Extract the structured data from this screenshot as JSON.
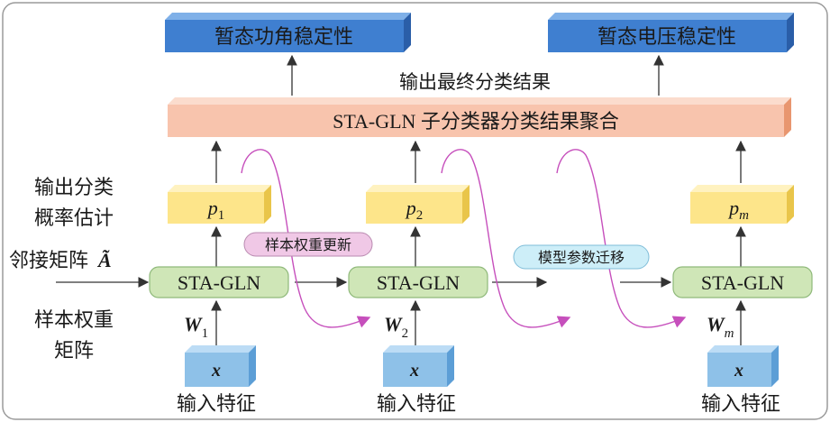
{
  "outputs": {
    "angle_stability": "暂态功角稳定性",
    "voltage_stability": "暂态电压稳定性",
    "final_result_label": "输出最终分类结果"
  },
  "aggregation": {
    "label": "STA-GLN 子分类器分类结果聚合"
  },
  "left_labels": {
    "prob_line1": "输出分类",
    "prob_line2": "概率估计",
    "adjacency": "邻接矩阵",
    "adjacency_symbol": "Ã",
    "weight_line1": "样本权重",
    "weight_line2": "矩阵"
  },
  "columns": [
    {
      "model_label": "STA-GLN",
      "prob_base": "p",
      "prob_sub": "1",
      "weight_base": "W",
      "weight_sub": "1",
      "input_symbol": "x",
      "input_label": "输入特征"
    },
    {
      "model_label": "STA-GLN",
      "prob_base": "p",
      "prob_sub": "2",
      "weight_base": "W",
      "weight_sub": "2",
      "input_symbol": "x",
      "input_label": "输入特征"
    },
    {
      "model_label": "STA-GLN",
      "prob_base": "p",
      "prob_sub": "m",
      "weight_base": "W",
      "weight_sub": "m",
      "input_symbol": "x",
      "input_label": "输入特征"
    }
  ],
  "annotations": {
    "weight_update": "样本权重更新",
    "param_transfer": "模型参数迁移"
  },
  "colors": {
    "output_box": "#3f7fd0",
    "aggregation_box": "#f8c4ad",
    "prob_box": "#fde58a",
    "model_box": "#cfe6b7",
    "input_box": "#8ec1e8",
    "weight_update_tag": "#f0c8e6",
    "param_transfer_tag": "#cdeef8",
    "curve": "#c64fbc"
  }
}
